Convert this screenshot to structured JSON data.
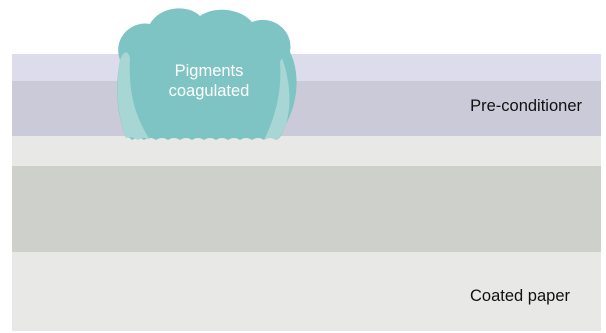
{
  "diagram": {
    "layers": [
      {
        "id": "top-coat",
        "label": "",
        "color": "#dcdced"
      },
      {
        "id": "pre-conditioner",
        "label": "Pre-conditioner",
        "color": "#cbcad8"
      },
      {
        "id": "thin-layer",
        "label": "",
        "color": "#e8e8e6"
      },
      {
        "id": "coating",
        "label": "",
        "color": "#cdd0cb"
      },
      {
        "id": "coated-paper",
        "label": "Coated paper",
        "color": "#e8e8e6"
      }
    ],
    "blob": {
      "line1": "Pigments",
      "line2": "coagulated",
      "fill_color": "#7ec4c4",
      "light_color": "#a8d6d4"
    }
  }
}
